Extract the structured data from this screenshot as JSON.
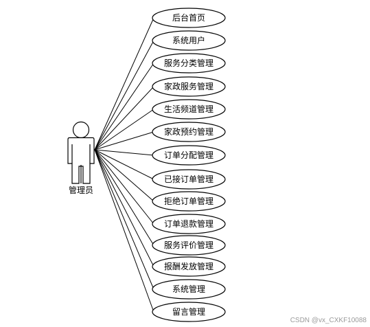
{
  "actor": {
    "label": "管理员"
  },
  "use_cases": [
    {
      "label": "后台首页"
    },
    {
      "label": "系统用户"
    },
    {
      "label": "服务分类管理"
    },
    {
      "label": "家政服务管理"
    },
    {
      "label": "生活频道管理"
    },
    {
      "label": "家政预约管理"
    },
    {
      "label": "订单分配管理"
    },
    {
      "label": "已接订单管理"
    },
    {
      "label": "拒绝订单管理"
    },
    {
      "label": "订单退款管理"
    },
    {
      "label": "服务评价管理"
    },
    {
      "label": "报酬发放管理"
    },
    {
      "label": "系统管理"
    },
    {
      "label": "留言管理"
    }
  ],
  "watermark": "CSDN @vx_CXKF10088"
}
